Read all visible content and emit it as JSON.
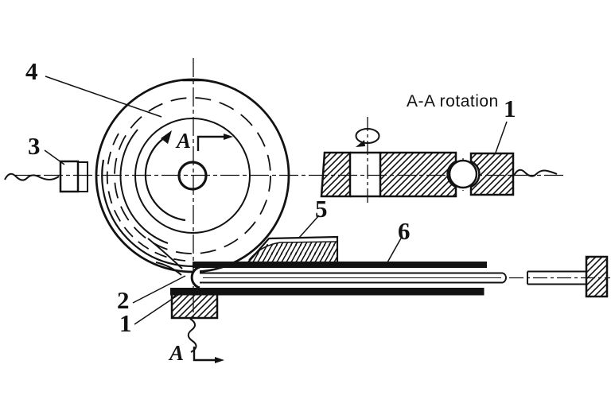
{
  "page": {
    "background": "#ffffff",
    "ink": "#121212"
  },
  "drawing": {
    "section_title": "A-A rotation",
    "callouts": {
      "bend_die_wheel": "4",
      "left_shaft_block": "3",
      "tube_nose": "2",
      "clamp_front_view": "1",
      "pressure_die": "5",
      "tube": "6",
      "clamp_section_view": "1"
    },
    "section_cut": {
      "top": "A",
      "bottom": "A"
    }
  }
}
